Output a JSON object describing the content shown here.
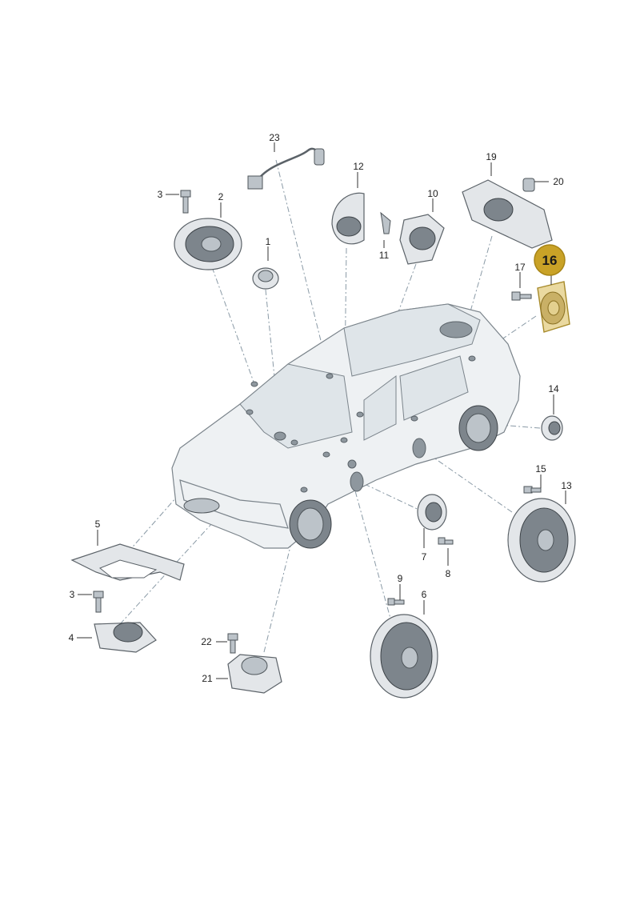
{
  "diagram": {
    "callouts": [
      {
        "id": "c1",
        "text": "1"
      },
      {
        "id": "c2",
        "text": "2"
      },
      {
        "id": "c3a",
        "text": "3"
      },
      {
        "id": "c3b",
        "text": "3"
      },
      {
        "id": "c4",
        "text": "4"
      },
      {
        "id": "c5",
        "text": "5"
      },
      {
        "id": "c6",
        "text": "6"
      },
      {
        "id": "c7",
        "text": "7"
      },
      {
        "id": "c8",
        "text": "8"
      },
      {
        "id": "c9",
        "text": "9"
      },
      {
        "id": "c10",
        "text": "10"
      },
      {
        "id": "c11",
        "text": "11"
      },
      {
        "id": "c12",
        "text": "12"
      },
      {
        "id": "c13",
        "text": "13"
      },
      {
        "id": "c14",
        "text": "14"
      },
      {
        "id": "c15",
        "text": "15"
      },
      {
        "id": "c16",
        "text": "16"
      },
      {
        "id": "c17",
        "text": "17"
      },
      {
        "id": "c19",
        "text": "19"
      },
      {
        "id": "c20",
        "text": "20"
      },
      {
        "id": "c21",
        "text": "21"
      },
      {
        "id": "c22",
        "text": "22"
      },
      {
        "id": "c23",
        "text": "23"
      }
    ],
    "highlight": {
      "part": "16",
      "color": "#c9a227"
    }
  }
}
